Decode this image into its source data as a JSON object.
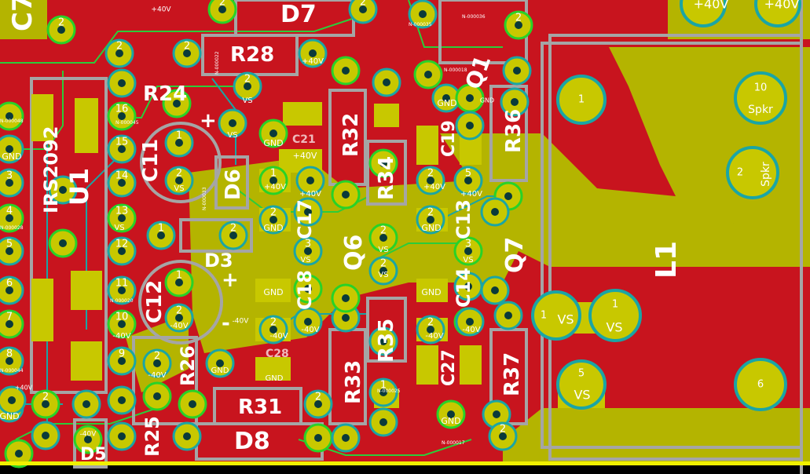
{
  "colors": {
    "copper_front": "#c8141e",
    "copper_back": "#b4b400",
    "silkscreen": "#ffffff",
    "outline": "#a5a5a5",
    "via_ring": "#1aa5a5",
    "pad_fill": "#c8c800",
    "pad_hole": "#0a3a3a",
    "edge_cut": "#f0f000",
    "pad_ring_green": "#28d228"
  },
  "refs": {
    "C7": "C7",
    "R24": "R24",
    "R28": "R28",
    "D7": "D7",
    "Q1": "Q1",
    "C11": "C11",
    "U1": "U1",
    "IRS2092": "IRS2092",
    "D6": "D6",
    "D3": "D3",
    "C12": "C12",
    "R26": "R26",
    "R25": "R25",
    "D5": "D5",
    "R31": "R31",
    "D8": "D8",
    "R32": "R32",
    "R34": "R34",
    "C19": "C19",
    "R36": "R36",
    "C17": "C17",
    "Q6": "Q6",
    "C13": "C13",
    "Q7": "Q7",
    "C18": "C18",
    "C14": "C14",
    "R33": "R33",
    "R35": "R35",
    "C27": "C27",
    "R37": "R37",
    "L1": "L1",
    "C21": "C21",
    "C28": "C28"
  },
  "nets": {
    "plus40": "+40V",
    "minus40": "-40V",
    "gnd": "GND",
    "vs": "VS",
    "spkr": "Spkr",
    "n33": "N-000033",
    "n35": "N-000035",
    "n36": "N-000036",
    "n22": "N-000022",
    "n17": "N-000017",
    "n18": "N-000018",
    "n25": "N-000025",
    "n28": "N-000028",
    "n20": "N-000020",
    "n44": "N-000044",
    "n45": "N-000045",
    "n48": "N-000048"
  },
  "pads": {
    "p1": "1",
    "p2": "2",
    "p3": "3",
    "p4": "4",
    "p5": "5",
    "p6": "6",
    "p7": "7",
    "p8": "8",
    "p9": "9",
    "p10": "10",
    "p11": "11",
    "p12": "12",
    "p13": "13",
    "p14": "14",
    "p15": "15",
    "p16": "16"
  },
  "symbols": {
    "plus": "+",
    "minus": "-"
  }
}
